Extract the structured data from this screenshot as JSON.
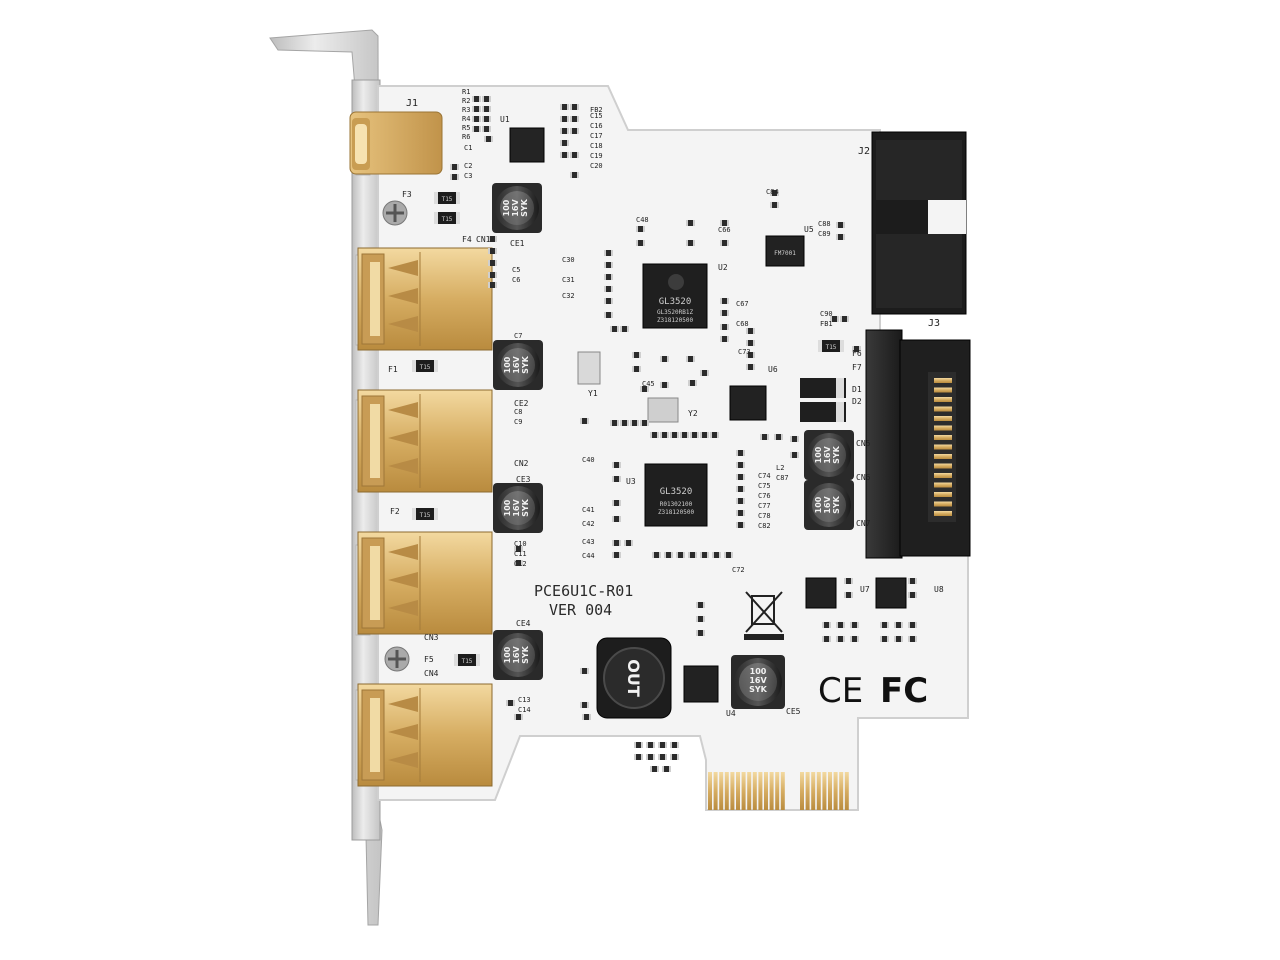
{
  "board": {
    "model": "PCE6U1C-R01",
    "version": "VER 004",
    "chips": {
      "main_1": "GL3520",
      "main_1_line2": "GL3520RB1Z",
      "main_1_line3": "Z318120500",
      "main_2": "GL3520",
      "main_2_line2": "R01302100",
      "main_2_line3": "Z318120500",
      "u5_marking": "FM7001",
      "inductor": "OUT"
    },
    "capacitor_marking": {
      "value": "100",
      "voltage": "16V",
      "brand": "SYK"
    },
    "connectors": [
      "J1",
      "J2",
      "J3"
    ],
    "ics": [
      "U1",
      "U2",
      "U3",
      "U4",
      "U5",
      "U6",
      "U7",
      "U8"
    ],
    "cn_labels": [
      "CN1",
      "CN2",
      "CN3",
      "CN4",
      "CN5",
      "CN6",
      "CN7"
    ],
    "ce_labels": [
      "CE1",
      "CE2",
      "CE3",
      "CE4",
      "CE5"
    ],
    "fuse_labels": [
      "F1",
      "F2",
      "F3",
      "F4",
      "F5",
      "F6",
      "F7"
    ],
    "fuse_marking": "T15",
    "crystals": [
      "Y1",
      "Y2"
    ],
    "diodes": [
      "D1",
      "D2"
    ],
    "certifications": {
      "ce": "CE",
      "fc": "FC"
    },
    "resistor_labels": [
      "R1",
      "R2",
      "R3",
      "R4",
      "R5",
      "R6"
    ],
    "misc_labels": [
      "C1",
      "C2",
      "C3",
      "C5",
      "C6",
      "C7",
      "C8",
      "C9",
      "C10",
      "C11",
      "C12",
      "C13",
      "C14",
      "C15",
      "C16",
      "C17",
      "C18",
      "C19",
      "C20",
      "C30",
      "C31",
      "C32",
      "C40",
      "C41",
      "C42",
      "C43",
      "C44",
      "C45",
      "C48",
      "C66",
      "C67",
      "C68",
      "C72",
      "C73",
      "C74",
      "C75",
      "C76",
      "C77",
      "C78",
      "C82",
      "C84",
      "C87",
      "C88",
      "C89",
      "C90",
      "FB1",
      "FB2",
      "L2"
    ]
  },
  "colors": {
    "pcb": "#f4f4f4",
    "bracket": "#d9d9d9",
    "gold": "#d8b36a",
    "dark": "#1c1c1c"
  }
}
